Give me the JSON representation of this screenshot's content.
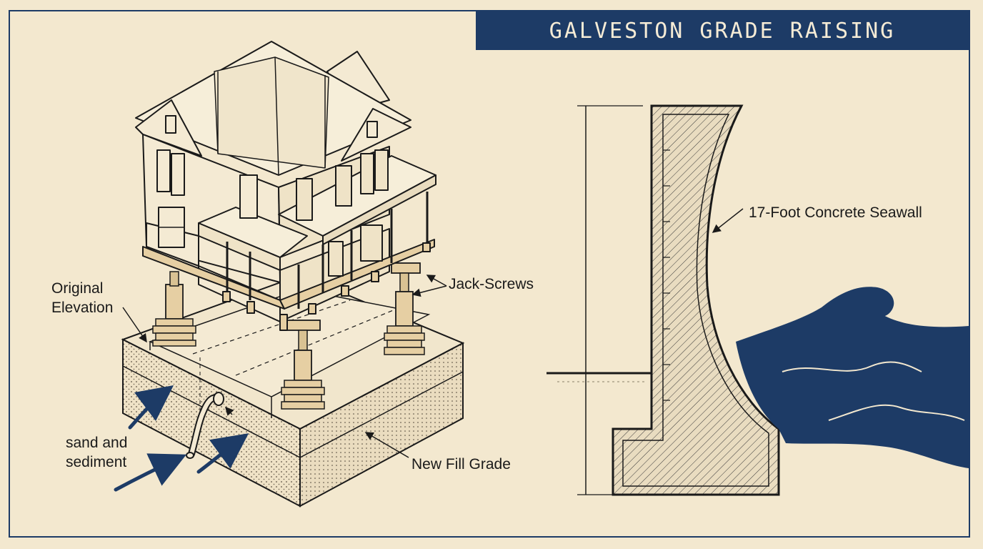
{
  "title": "GALVESTON GRADE RAISING",
  "labels": {
    "original_elevation": [
      "Original",
      "Elevation"
    ],
    "jack_screws": "Jack-Screws",
    "sand_sediment": [
      "sand and",
      "sediment"
    ],
    "new_fill_grade": "New Fill Grade",
    "seawall": "17-Foot Concrete Seawall"
  },
  "colors": {
    "navy": "#1d3b66",
    "paper": "#f3e8cf",
    "ink": "#1a1a1a",
    "wood": "#e6cfa3"
  },
  "icons": {
    "house": "victorian-house-on-jacks",
    "seawall": "curved-concrete-seawall-section",
    "waves": "ocean-waves",
    "flow_arrows": "sediment-flow-arrows"
  }
}
